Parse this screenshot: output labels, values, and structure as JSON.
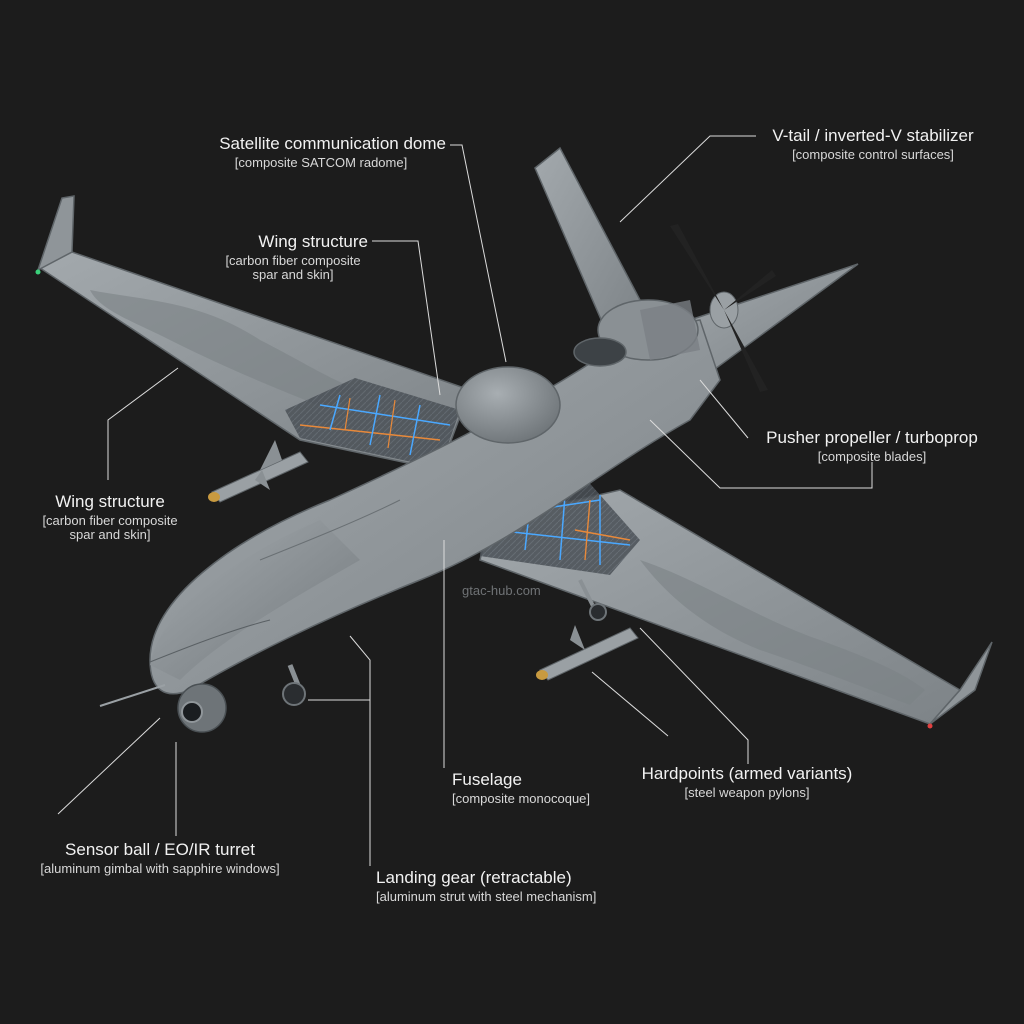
{
  "colors": {
    "background": "#1c1c1c",
    "airframe": "#8f9599",
    "camo": "#7c8286",
    "leader": "#dcdcdc",
    "carbon_orange": "#e8893a",
    "carbon_blue": "#4aa8ff"
  },
  "watermark": "gtac-hub.com",
  "callouts": {
    "satcom": {
      "title": "Satellite communication dome",
      "sub": "[composite SATCOM radome]"
    },
    "wing_right": {
      "title": "Wing structure",
      "sub": "[carbon fiber composite spar and skin]"
    },
    "wing_left": {
      "title": "Wing structure",
      "sub": "[carbon fiber composite spar and skin]"
    },
    "vtail": {
      "title": "V-tail / inverted-V stabilizer",
      "sub": "[composite control surfaces]"
    },
    "propeller": {
      "title": "Pusher propeller / turboprop",
      "sub": "[composite blades]"
    },
    "fuselage": {
      "title": "Fuselage",
      "sub": "[composite monocoque]"
    },
    "hardpoints": {
      "title": "Hardpoints (armed variants)",
      "sub": "[steel weapon pylons]"
    },
    "sensor": {
      "title": "Sensor ball / EO/IR turret",
      "sub": "[aluminum gimbal with sapphire windows]"
    },
    "landing_gear": {
      "title": "Landing gear (retractable)",
      "sub": "[aluminum strut with steel mechanism]"
    }
  }
}
